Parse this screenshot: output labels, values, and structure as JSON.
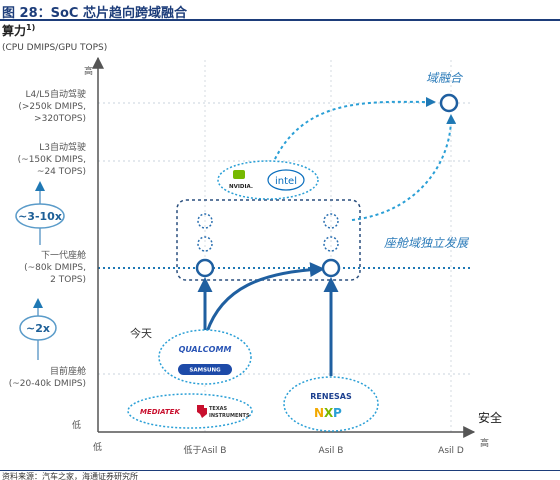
{
  "figure": {
    "title": "图 28：SoC 芯片趋向跨域融合",
    "y_axis_title": "算力",
    "y_axis_title_sup": "1)",
    "y_axis_unit": "(CPU DMIPS/GPU TOPS)",
    "y_high": "高",
    "y_low": "低",
    "x_axis_word": "安全",
    "x_high": "高",
    "x_low": "低",
    "x_ticks": [
      "低于Asil B",
      "Asil B",
      "Asil D"
    ],
    "levels": [
      {
        "lines": [
          "L4/L5自动驾驶",
          "(>250k DMIPS,",
          ">320TOPS)"
        ]
      },
      {
        "lines": [
          "L3自动驾驶",
          "(~150K DMIPS,",
          "~24 TOPS)"
        ]
      },
      {
        "lines": [
          "下一代座舱",
          "(~80k DMIPS,",
          "2 TOPS)"
        ]
      },
      {
        "lines": [
          "目前座舱",
          "(~20-40k DMIPS)"
        ]
      }
    ],
    "multipliers": [
      "~3-10x",
      "~2x"
    ],
    "annotations": {
      "domain_fusion": "域融合",
      "cockpit_independent": "座舱域独立发展",
      "today": "今天"
    },
    "vendors": {
      "nvidia": "NVIDIA.",
      "intel": "intel",
      "qualcomm": "QUALCOMM",
      "samsung": "SAMSUNG",
      "mediatek": "MEDIATEK",
      "ti": [
        "TEXAS",
        "INSTRUMENTS"
      ],
      "renesas": "RENESAS",
      "nxp": "NXP"
    },
    "footer": "资料来源：汽车之家，海通证券研究所"
  }
}
